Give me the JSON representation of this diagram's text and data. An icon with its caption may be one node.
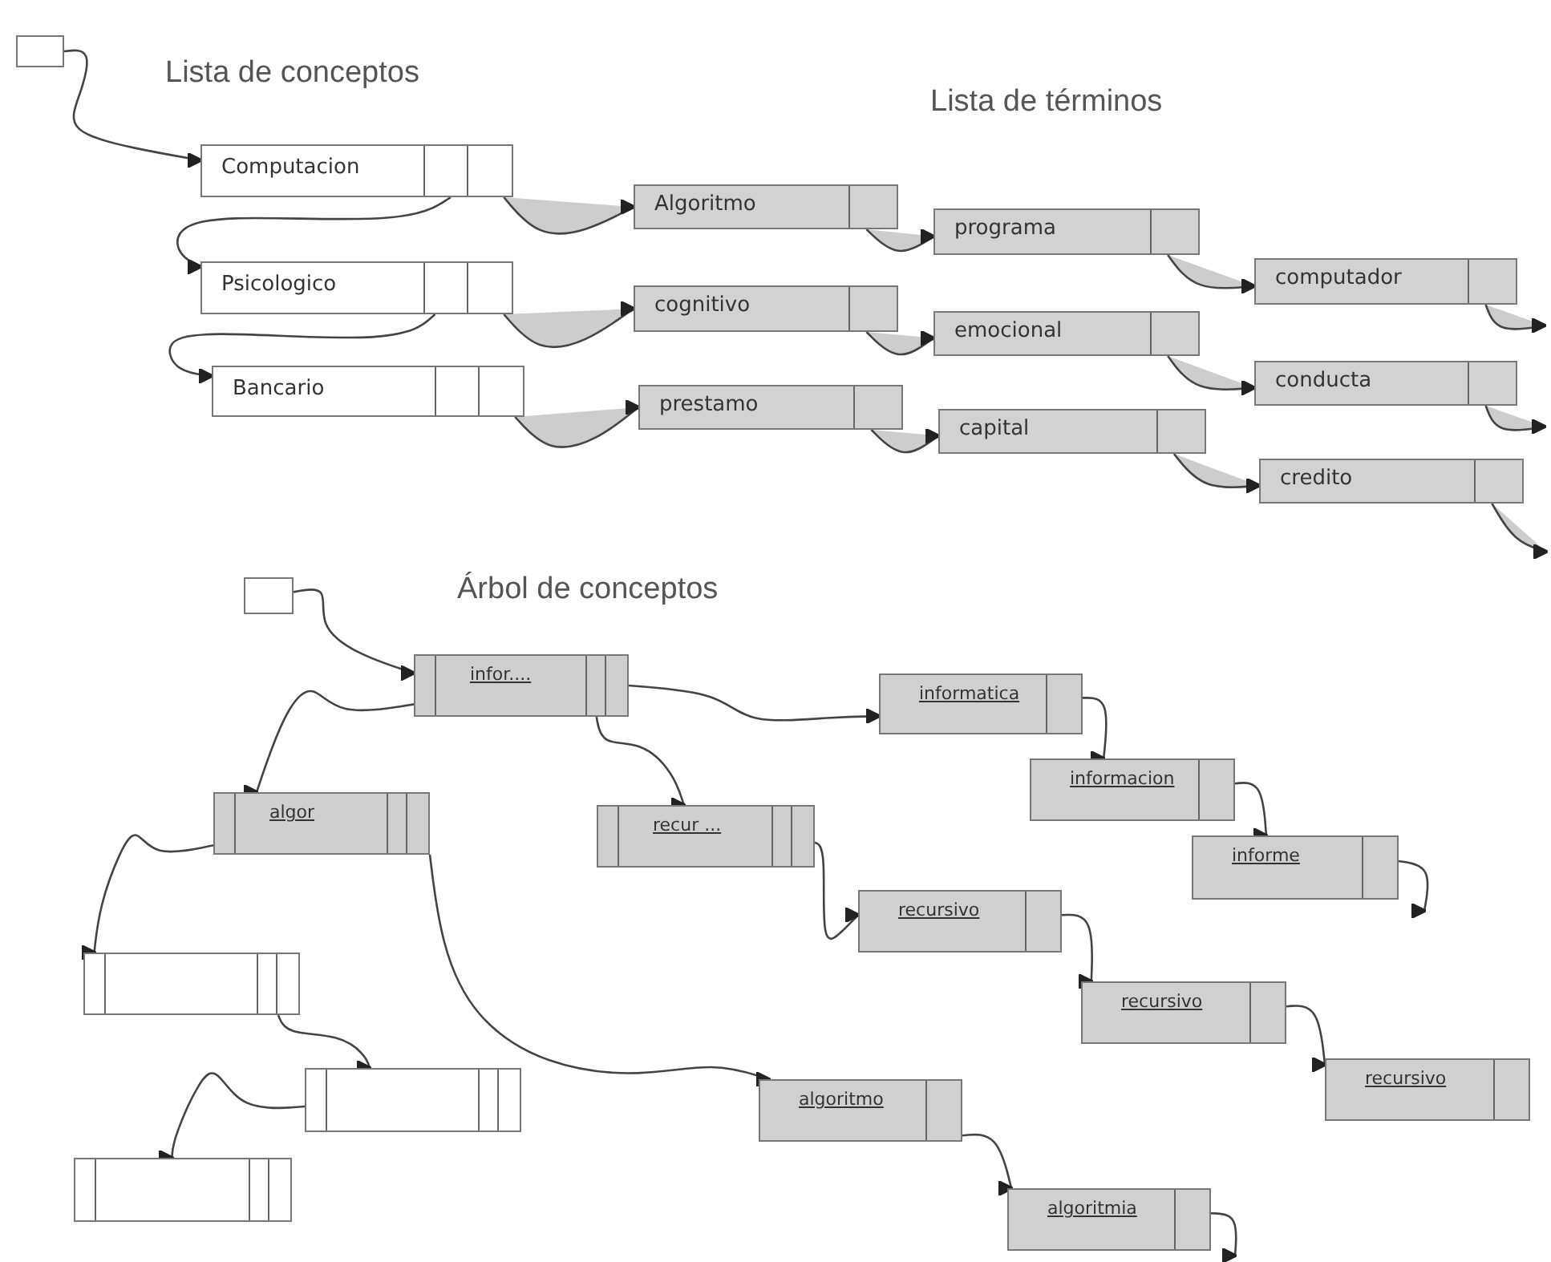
{
  "diagram": {
    "nodes": [
      {
        "text": [],
        "shape": "box"
      },
      {
        "text": [
          "Computacion"
        ]
      },
      {
        "text": [
          "Psicologico"
        ]
      },
      {
        "text": [
          "Bancario"
        ]
      },
      {
        "text": [
          "Algoritmo"
        ]
      },
      {
        "text": [
          "cognitivo"
        ]
      },
      {
        "text": [
          "prestamo"
        ]
      },
      {
        "text": [
          "programa"
        ]
      },
      {
        "text": [
          "emocional"
        ]
      },
      {
        "text": [
          "capital"
        ]
      },
      {
        "text": [
          "computador"
        ]
      },
      {
        "text": [
          "conducta"
        ]
      },
      {
        "text": [
          "credito"
        ]
      },
      {
        "text": [],
        "shape": "box"
      },
      {
        "text": [
          "infor...."
        ]
      },
      {
        "text": [
          "algor"
        ]
      },
      {
        "text": [
          "recur ..."
        ]
      },
      {
        "text": [
          "informatica"
        ]
      },
      {
        "text": [
          "informacion"
        ]
      },
      {
        "text": [
          "informe"
        ]
      },
      {
        "text": [
          "recursivo"
        ]
      },
      {
        "text": [
          "recursivo"
        ]
      },
      {
        "text": [
          "recursivo"
        ]
      },
      {
        "text": [],
        "shape": "box"
      },
      {
        "text": [],
        "shape": "box"
      },
      {
        "text": [
          "algoritmo"
        ]
      },
      {
        "text": [],
        "shape": "box"
      },
      {
        "text": [
          "algoritmia"
        ]
      }
    ],
    "edges": [
      {
        "from": 0,
        "to": 1,
        "arrow": "to"
      },
      {
        "from": 1,
        "to": 2,
        "arrow": "to"
      },
      {
        "from": 2,
        "to": 3,
        "arrow": "to"
      },
      {
        "from": 1,
        "to": 4,
        "arrow": "to"
      },
      {
        "from": 2,
        "to": 5,
        "arrow": "to"
      },
      {
        "from": 3,
        "to": 6,
        "arrow": "to"
      },
      {
        "from": 4,
        "to": 7,
        "arrow": "to"
      },
      {
        "from": 5,
        "to": 8,
        "arrow": "to"
      },
      {
        "from": 6,
        "to": 9,
        "arrow": "to"
      },
      {
        "from": 7,
        "to": 10,
        "arrow": "to"
      },
      {
        "from": 8,
        "to": 11,
        "arrow": "to"
      },
      {
        "from": 9,
        "to": 12,
        "arrow": "to"
      },
      {
        "from": 10,
        "to": null,
        "arrow": "to"
      },
      {
        "from": 11,
        "to": null,
        "arrow": "to"
      },
      {
        "from": 12,
        "to": null,
        "arrow": "to"
      },
      {
        "from": 13,
        "to": 14,
        "arrow": "to"
      },
      {
        "from": 14,
        "to": 15,
        "arrow": "to"
      },
      {
        "from": 14,
        "to": 16,
        "arrow": "to"
      },
      {
        "from": 14,
        "to": 17,
        "arrow": "to"
      },
      {
        "from": 17,
        "to": 18,
        "arrow": "to"
      },
      {
        "from": 18,
        "to": 19,
        "arrow": "to"
      },
      {
        "from": 19,
        "to": null,
        "arrow": "to"
      },
      {
        "from": 16,
        "to": 20,
        "arrow": "to"
      },
      {
        "from": 20,
        "to": 21,
        "arrow": "to"
      },
      {
        "from": 21,
        "to": 22,
        "arrow": "to"
      },
      {
        "from": 15,
        "to": 23,
        "arrow": "to"
      },
      {
        "from": 15,
        "to": 25,
        "arrow": "to"
      },
      {
        "from": 23,
        "to": 24,
        "arrow": "to"
      },
      {
        "from": 24,
        "to": 26,
        "arrow": "to"
      },
      {
        "from": 25,
        "to": 27,
        "arrow": "to"
      },
      {
        "from": 27,
        "to": null,
        "arrow": "to"
      }
    ],
    "labels": [
      "Lista de conceptos",
      "Lista de términos",
      "Árbol de conceptos"
    ]
  }
}
